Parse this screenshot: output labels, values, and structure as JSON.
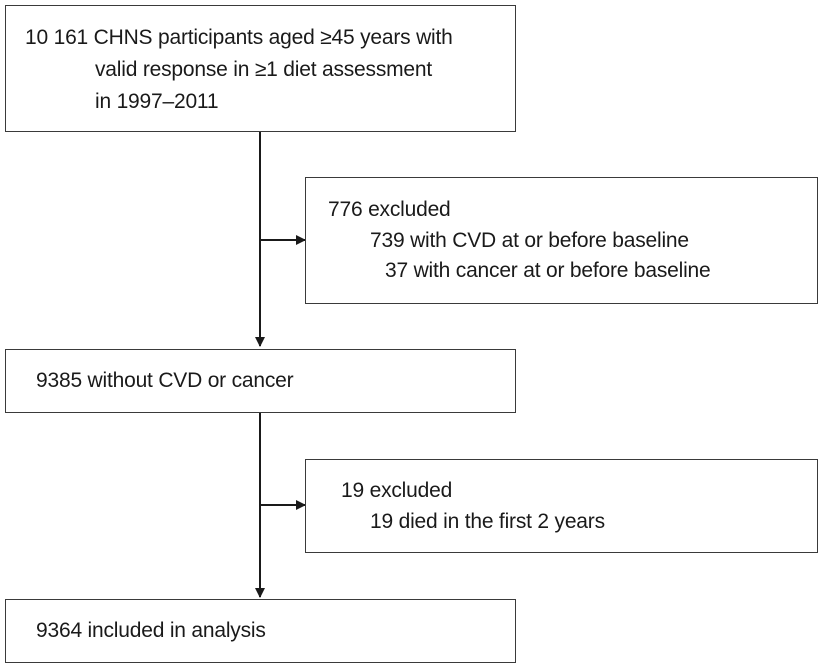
{
  "box1": {
    "line1": "10 161 CHNS participants aged ≥45 years with",
    "line2": "valid response in ≥1 diet assessment",
    "line3": "in 1997–2011"
  },
  "exclusion1": {
    "title": "776 excluded",
    "reason1": "739 with CVD at or before baseline",
    "reason2": "37 with cancer at or before baseline"
  },
  "box2": {
    "line1": "9385 without CVD or cancer"
  },
  "exclusion2": {
    "title": "19 excluded",
    "reason1": "19 died in the first 2 years"
  },
  "box3": {
    "line1": "9364 included in analysis"
  },
  "colors": {
    "line": "#1a1a1a",
    "border": "#3a3a3a"
  }
}
